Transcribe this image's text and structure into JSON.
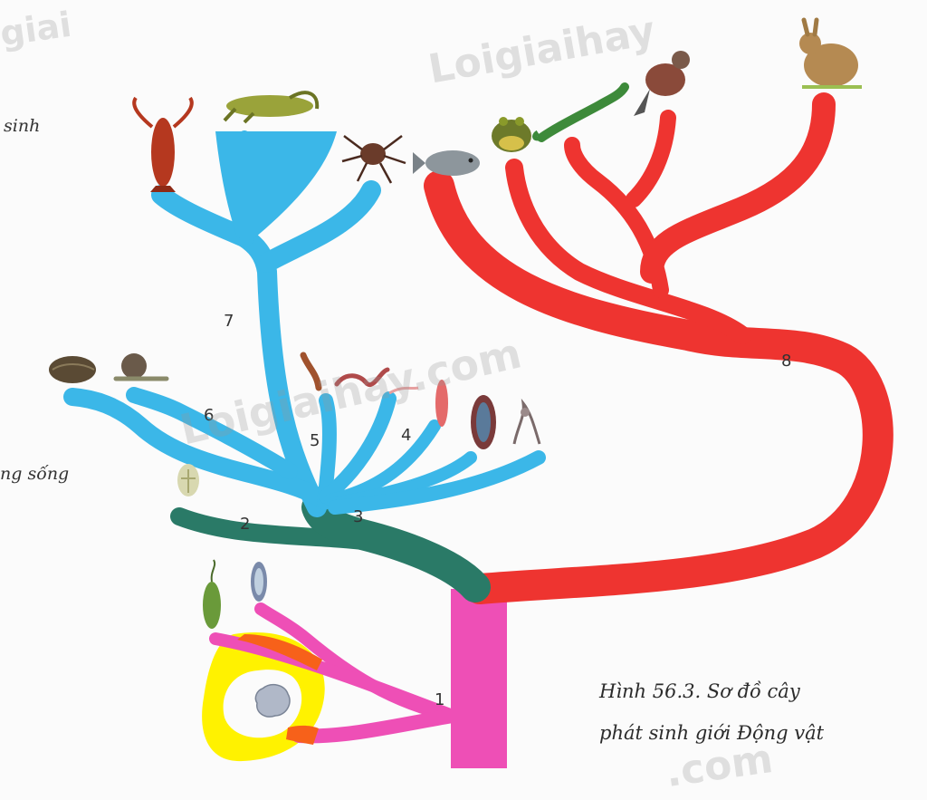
{
  "figure": {
    "caption_line1": "Hình 56.3. Sơ đồ cây",
    "caption_line2": "phát sinh giới Động vật",
    "margin_text_top": "sinh",
    "margin_text_mid": "ng sống"
  },
  "branch_numbers": [
    "1",
    "2",
    "3",
    "4",
    "5",
    "6",
    "7",
    "8"
  ],
  "watermark": {
    "top": "Loigiaihay",
    "middle": "Loigiaihay.com",
    "bottom": ".com",
    "corner": "giai"
  },
  "colors": {
    "pink": "#ee4fb6",
    "teal": "#2a7a67",
    "blue": "#3bb7e8",
    "red": "#ee3430",
    "highlight": "#fff200",
    "text": "#333333"
  },
  "icons": [
    "crayfish-icon",
    "grasshopper-icon",
    "spider-icon",
    "fish-icon",
    "frog-icon",
    "lizard-icon",
    "pigeon-icon",
    "rabbit-icon",
    "mussel-icon",
    "snail-icon",
    "centipede-icon",
    "earthworm-icon",
    "roundworm-icon",
    "flatworm-icon",
    "jellyfish-icon",
    "coral-icon",
    "sponge-icon",
    "euglena-icon",
    "paramecium-icon",
    "amoeba-icon"
  ]
}
